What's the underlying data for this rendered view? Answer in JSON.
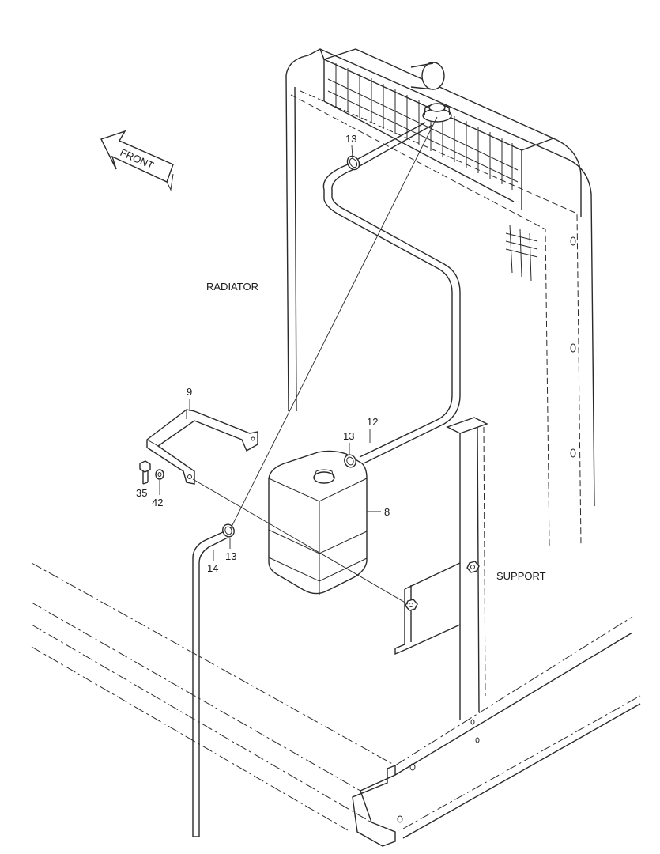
{
  "labels": {
    "front": "FRONT",
    "radiator": "RADIATOR",
    "support": "SUPPORT"
  },
  "callouts": {
    "c13_top": "13",
    "c9": "9",
    "c12": "12",
    "c13_mid": "13",
    "c8": "8",
    "c35": "35",
    "c42": "42",
    "c14": "14",
    "c13_low": "13"
  }
}
